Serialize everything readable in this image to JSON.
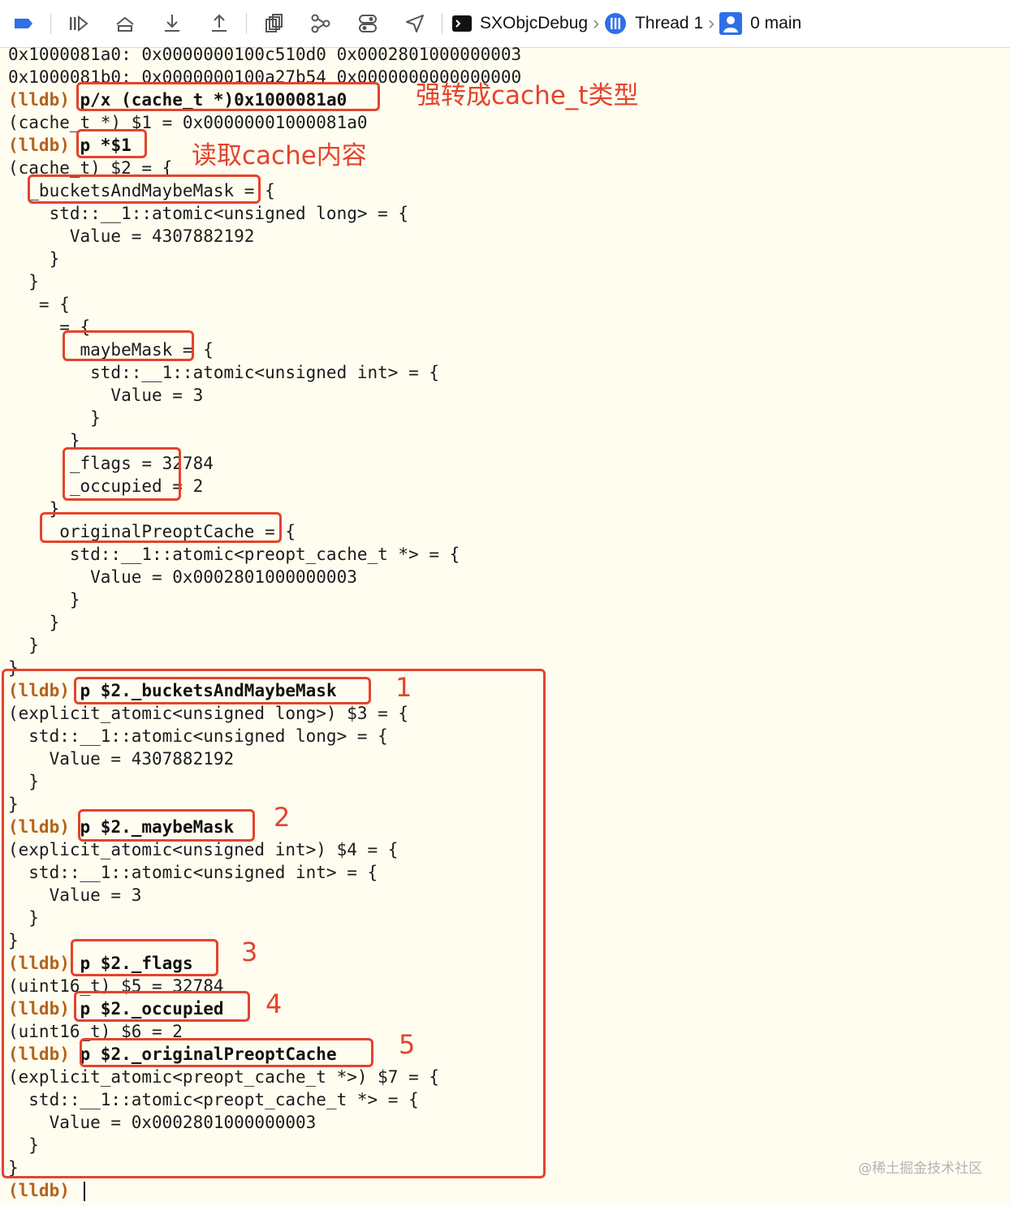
{
  "toolbar": {
    "scheme_label": "SXObjcDebug",
    "thread_label": "Thread 1",
    "frame_label": "0 main"
  },
  "console_lines": [
    {
      "text": "0x1000081a0: 0x0000000100c510d0 0x0002801000000003"
    },
    {
      "text": "0x1000081b0: 0x0000000100a27b54 0x0000000000000000"
    },
    {
      "prompt": "(lldb)",
      "cmd": "p/x (cache_t *)0x1000081a0"
    },
    {
      "text": "(cache_t *) $1 = 0x00000001000081a0"
    },
    {
      "prompt": "(lldb)",
      "cmd": "p *$1"
    },
    {
      "text": "(cache_t) $2 = {"
    },
    {
      "text": "  _bucketsAndMaybeMask = {"
    },
    {
      "text": "    std::__1::atomic<unsigned long> = {"
    },
    {
      "text": "      Value = 4307882192"
    },
    {
      "text": "    }"
    },
    {
      "text": "  }"
    },
    {
      "text": "   = {"
    },
    {
      "text": "     = {"
    },
    {
      "text": "      _maybeMask = {"
    },
    {
      "text": "        std::__1::atomic<unsigned int> = {"
    },
    {
      "text": "          Value = 3"
    },
    {
      "text": "        }"
    },
    {
      "text": "      }"
    },
    {
      "text": "      _flags = 32784"
    },
    {
      "text": "      _occupied = 2"
    },
    {
      "text": "    }"
    },
    {
      "text": "    _originalPreoptCache = {"
    },
    {
      "text": "      std::__1::atomic<preopt_cache_t *> = {"
    },
    {
      "text": "        Value = 0x0002801000000003"
    },
    {
      "text": "      }"
    },
    {
      "text": "    }"
    },
    {
      "text": "  }"
    },
    {
      "text": "}"
    },
    {
      "prompt": "(lldb)",
      "cmd": "p $2._bucketsAndMaybeMask"
    },
    {
      "text": "(explicit_atomic<unsigned long>) $3 = {"
    },
    {
      "text": "  std::__1::atomic<unsigned long> = {"
    },
    {
      "text": "    Value = 4307882192"
    },
    {
      "text": "  }"
    },
    {
      "text": "}"
    },
    {
      "prompt": "(lldb)",
      "cmd": "p $2._maybeMask"
    },
    {
      "text": "(explicit_atomic<unsigned int>) $4 = {"
    },
    {
      "text": "  std::__1::atomic<unsigned int> = {"
    },
    {
      "text": "    Value = 3"
    },
    {
      "text": "  }"
    },
    {
      "text": "}"
    },
    {
      "prompt": "(lldb)",
      "cmd": "p $2._flags"
    },
    {
      "text": "(uint16_t) $5 = 32784"
    },
    {
      "prompt": "(lldb)",
      "cmd": "p $2._occupied"
    },
    {
      "text": "(uint16_t) $6 = 2"
    },
    {
      "prompt": "(lldb)",
      "cmd": "p $2._originalPreoptCache"
    },
    {
      "text": "(explicit_atomic<preopt_cache_t *>) $7 = {"
    },
    {
      "text": "  std::__1::atomic<preopt_cache_t *> = {"
    },
    {
      "text": "    Value = 0x0002801000000003"
    },
    {
      "text": "  }"
    },
    {
      "text": "}"
    },
    {
      "prompt": "(lldb)",
      "cmd": "",
      "cursor": true
    }
  ],
  "annotations": {
    "cast_note": "强转成cache_t类型",
    "read_note": "读取cache内容",
    "numbers": [
      "1",
      "2",
      "3",
      "4",
      "5"
    ]
  },
  "watermark": "@稀土掘金技术社区",
  "colors": {
    "console_bg": "#fefdf0",
    "prompt": "#b5621b",
    "annotation_red": "#e4432d"
  }
}
